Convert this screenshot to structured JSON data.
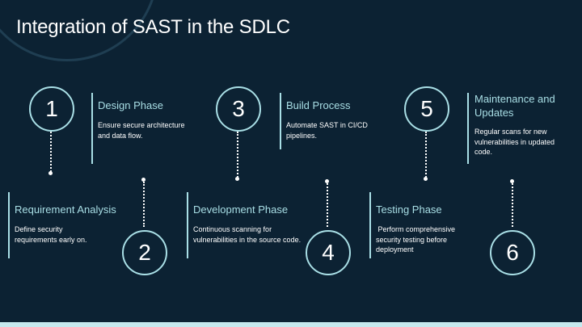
{
  "slide": {
    "title": "Integration of SAST in the SDLC",
    "colors": {
      "background": "#0c2233",
      "accent": "#a9dfe6",
      "text": "#ffffff",
      "strip": "#c6e9ee"
    }
  },
  "steps": [
    {
      "number": "1",
      "title": "Requirement Analysis",
      "description": "Define security requirements early on."
    },
    {
      "number": "2",
      "title": "Design Phase",
      "description": "Ensure secure architecture and data flow."
    },
    {
      "number": "3",
      "title": "Development Phase",
      "description": "Continuous scanning for vulnerabilities in the source code."
    },
    {
      "number": "4",
      "title": "Build Process",
      "description": "Automate SAST in CI/CD pipelines."
    },
    {
      "number": "5",
      "title": "Testing Phase",
      "description": " Perform comprehensive security testing before deployment"
    },
    {
      "number": "6",
      "title": "Maintenance and Updates",
      "description": "Regular scans for new vulnerabilities in updated code."
    }
  ]
}
